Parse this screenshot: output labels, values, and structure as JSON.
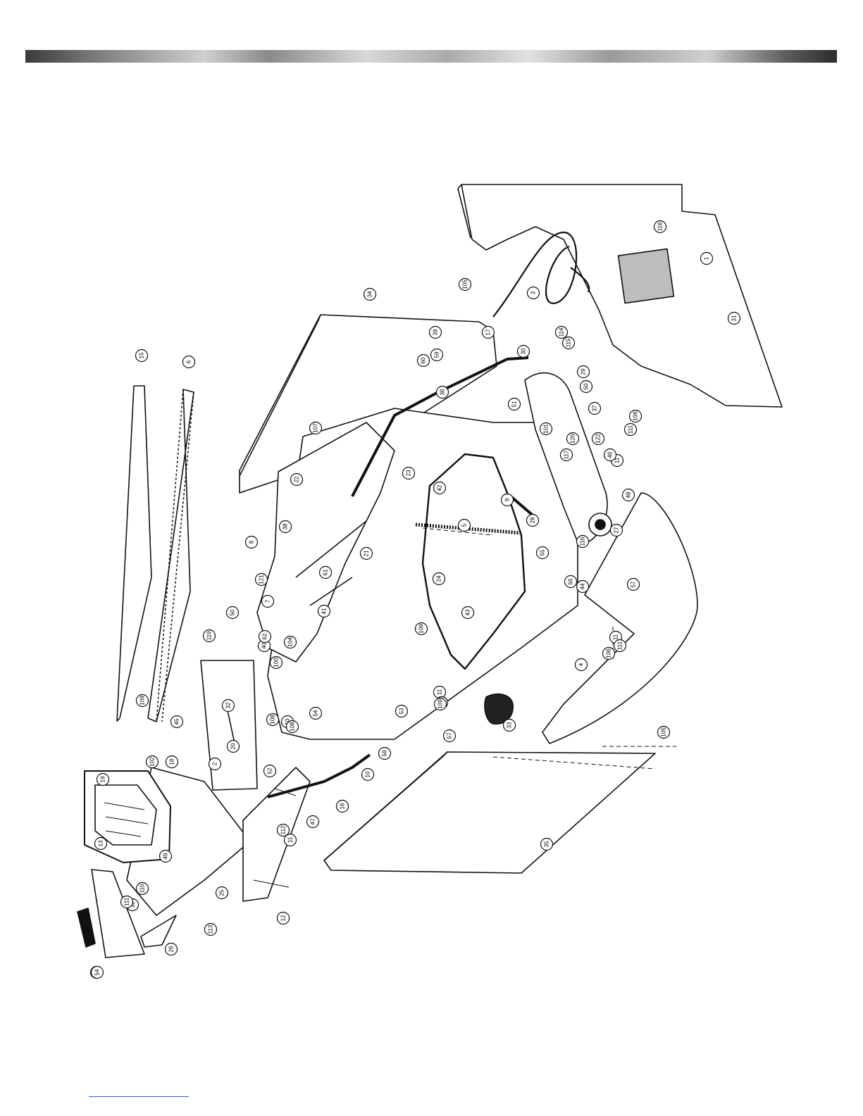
{
  "diagram": {
    "callouts": [
      "1",
      "2",
      "3",
      "4",
      "5",
      "6",
      "7",
      "8",
      "9",
      "10",
      "10",
      "11",
      "11",
      "11",
      "11",
      "11",
      "12",
      "13",
      "15",
      "16",
      "17",
      "18",
      "19",
      "20",
      "21",
      "22",
      "23",
      "24",
      "25",
      "26",
      "27",
      "28",
      "29",
      "30",
      "31",
      "32",
      "33",
      "33",
      "34",
      "35",
      "36",
      "37",
      "38",
      "39",
      "40",
      "41",
      "42",
      "43",
      "44",
      "45",
      "46",
      "47",
      "48",
      "49",
      "50",
      "50",
      "51",
      "52",
      "53",
      "54",
      "54",
      "55",
      "56",
      "57",
      "57",
      "58",
      "59",
      "60",
      "61",
      "62",
      "100",
      "101",
      "102",
      "104",
      "105",
      "105",
      "106",
      "106",
      "107",
      "108",
      "108",
      "108",
      "109",
      "109",
      "109",
      "110",
      "111",
      "111",
      "111",
      "112",
      "113",
      "114",
      "115",
      "116",
      "117",
      "118",
      "119",
      "120",
      "121",
      "122"
    ]
  },
  "colors": {
    "line": "#111111",
    "panel_fill": "#ffffff",
    "callout_fill": "#ffffff"
  }
}
